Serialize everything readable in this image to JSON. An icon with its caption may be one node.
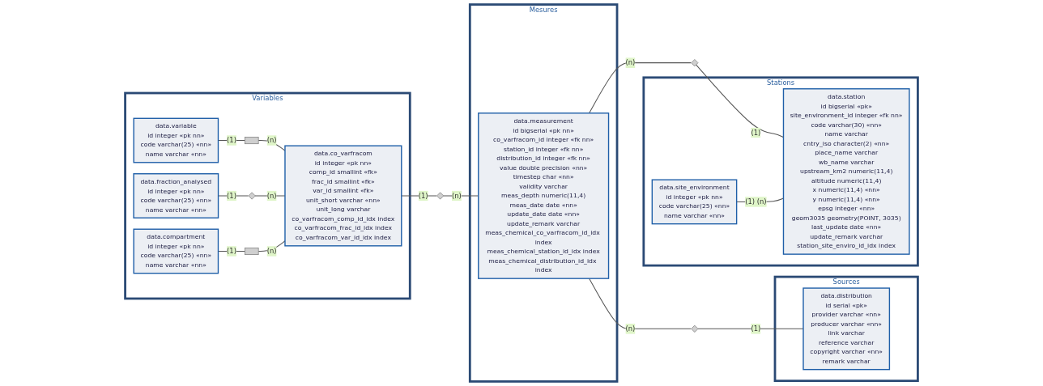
{
  "diagram": {
    "nodes": [
      {
        "text": [
          "Variables"
        ]
      },
      {
        "text": [
          "data.variable",
          "id integer «pk nn»",
          "code varchar(25) «nn»",
          "name varchar «nn»"
        ],
        "in": 0
      },
      {
        "text": [
          "data.fraction_analysed",
          "id integer «pk nn»",
          "code varchar(25) «nn»",
          "name varchar «nn»"
        ],
        "in": 0
      },
      {
        "text": [
          "data.compartment",
          "id integer «pk nn»",
          "code varchar(25) «nn»",
          "name varchar «nn»"
        ],
        "in": 0
      },
      {
        "text": [],
        "shape": "box",
        "in": 0
      },
      {
        "text": [],
        "shape": "diamond",
        "in": 0
      },
      {
        "text": [],
        "shape": "box",
        "in": 0
      },
      {
        "text": [
          "data.co_varfracom",
          "id integer «pk nn»",
          "comp_id smallint «fk»",
          "frac_id smallint «fk»",
          "var_id smallint «fk»",
          "unit_short varchar «nn»",
          "unit_long varchar",
          "co_varfracom_comp_id_idx index",
          "co_varfracom_frac_id_idx index",
          "co_varfracom_var_id_idx index"
        ],
        "in": 0
      },
      {
        "text": [
          "Sources"
        ]
      },
      {
        "text": [
          "data.distribution",
          "id serial «pk»",
          "provider varchar «nn»",
          "producer varchar «nn»",
          "link varchar",
          "reference varchar",
          "copyright varchar «nn»",
          "remark varchar"
        ],
        "in": 8
      },
      {
        "text": [
          "Mesures"
        ]
      },
      {
        "text": [
          "data.measurement",
          "id bigserial «pk nn»",
          "co_varfracom_id integer «fk nn»",
          "station_id integer «fk nn»",
          "distribution_id integer «fk nn»",
          "value double precision «nn»",
          "timestep char «nn»",
          "validity varchar",
          "meas_depth numeric(11,4)",
          "meas_date date «nn»",
          "update_date date «nn»",
          "update_remark varchar",
          "meas_chemical_co_varfracom_id_idx index",
          "meas_chemical_station_id_idx index",
          "meas_chemical_distribution_id_idx index"
        ],
        "in": 10
      },
      {
        "text": [
          "Stations"
        ]
      },
      {
        "text": [
          "data.site_environment",
          "id integer «pk nn»",
          "code varchar(25) «nn»",
          "name varchar «nn»"
        ],
        "in": 12
      },
      {
        "text": [
          "data.station",
          "id bigserial «pk»",
          "site_environment_id integer «fk nn»",
          "code varchar(30) «nn»",
          "name varchar",
          "cntry_iso character(2) «nn»",
          "place_name varchar",
          "wb_name varchar",
          "upstream_km2 numeric(11,4)",
          "altitude numeric(11,4)",
          "x numeric(11,4) «nn»",
          "y numeric(11,4) «nn»",
          "epsg integer «nn»",
          "geom3035 geometry(POINT, 3035)",
          "last_update date «nn»",
          "update_remark varchar",
          "station_site_enviro_id_idx index"
        ],
        "in": 12
      },
      {
        "text": [],
        "shape": "diamond"
      },
      {
        "text": [],
        "shape": "diamond"
      },
      {
        "text": [],
        "shape": "diamond"
      }
    ],
    "edges": [
      {
        "from": 1,
        "to": 4,
        "arrow": "none",
        "label": "(1)"
      },
      {
        "from": 4,
        "to": 7,
        "arrow": "none",
        "label": "(n)"
      },
      {
        "from": 2,
        "to": 5,
        "arrow": "none",
        "label": "(1)"
      },
      {
        "from": 5,
        "to": 7,
        "arrow": "none",
        "label": "(n)"
      },
      {
        "from": 3,
        "to": 6,
        "arrow": "none",
        "label": "(1)"
      },
      {
        "from": 6,
        "to": 7,
        "arrow": "none",
        "label": "(n)"
      },
      {
        "from": 7,
        "to": 15,
        "arrow": "none",
        "label": "(1)"
      },
      {
        "from": 15,
        "to": 11,
        "arrow": "none",
        "label": "(n)"
      },
      {
        "from": 11,
        "to": 16,
        "arrow": "none",
        "label": "(n)"
      },
      {
        "from": 16,
        "to": 9,
        "arrow": "none",
        "label": "(1)"
      },
      {
        "from": 11,
        "to": 17,
        "arrow": "none",
        "label": "(n)"
      },
      {
        "from": 17,
        "to": 14,
        "arrow": "none",
        "label": "(1)"
      },
      {
        "from": 13,
        "to": 14,
        "arrow": "none",
        "label": "(1) (n)"
      }
    ]
  }
}
